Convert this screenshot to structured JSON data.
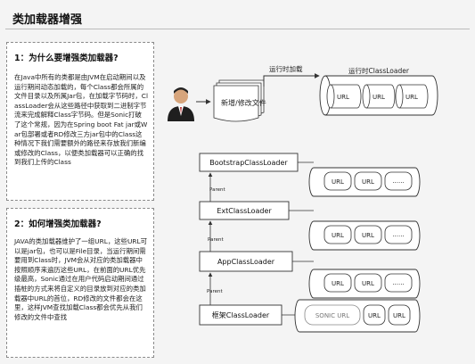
{
  "slide": {
    "title": "类加载器增强"
  },
  "cards": [
    {
      "title": "1：为什么要增强类加载器?",
      "body": "在Java中所有的类都是由JVM在启动期间以及运行期间动态加载的，每个Class都会所属的文件目录以及所属Jar包，在加载字节码时，ClassLoader会从这些路径中获取到二进制字节流来完成解释Class字节码。但是Sonic打破了这个常规，因为在Spring boot Fat jar或War包部署或者RD修改三方jar包中的Class这种情况下我们需要额外的路径来存放我们新编或修改的Class，以便类加载器可以正确的找到我们上传的Class"
    },
    {
      "title": "2：如何增强类加载器?",
      "body": "JAVA的类加载器维护了一组URL，这些URL可以是jar包，也可以是File目录，当运行期间需要用到Class时，JVM会从对应的类加载器中按照顺序来遍历这些URL，在前面的URL优先级最高，Sonic通过在用户代码启动期间通过插桩的方式来将自定义的目录放到对应的类加载器中URL的首位，RD修改的文件都会在这里，这样JVM查找加载Class都会优先从我们修改的文件中查找"
    }
  ],
  "diagram": {
    "file_label": "新增/修改文件",
    "runtime_load_label": "运行时加载",
    "runtime_loader_label": "运行时ClassLoader",
    "runtime_urls": [
      "URL",
      "URL",
      "URL"
    ],
    "loaders": [
      {
        "name": "BootstrapClassLoader",
        "urls": [
          "URL",
          "URL",
          "......"
        ]
      },
      {
        "name": "ExtClassLoader",
        "urls": [
          "URL",
          "URL",
          "......"
        ]
      },
      {
        "name": "AppClassLoader",
        "urls": [
          "URL",
          "URL",
          "......"
        ]
      },
      {
        "name": "框架ClassLoader",
        "urls": [
          "SONIC URL",
          "URL",
          "URL"
        ]
      }
    ],
    "parent_label": "Parent"
  },
  "colors": {
    "card_border": "#8a8a8a",
    "line": "#333333",
    "sonic_text": "#777777"
  }
}
